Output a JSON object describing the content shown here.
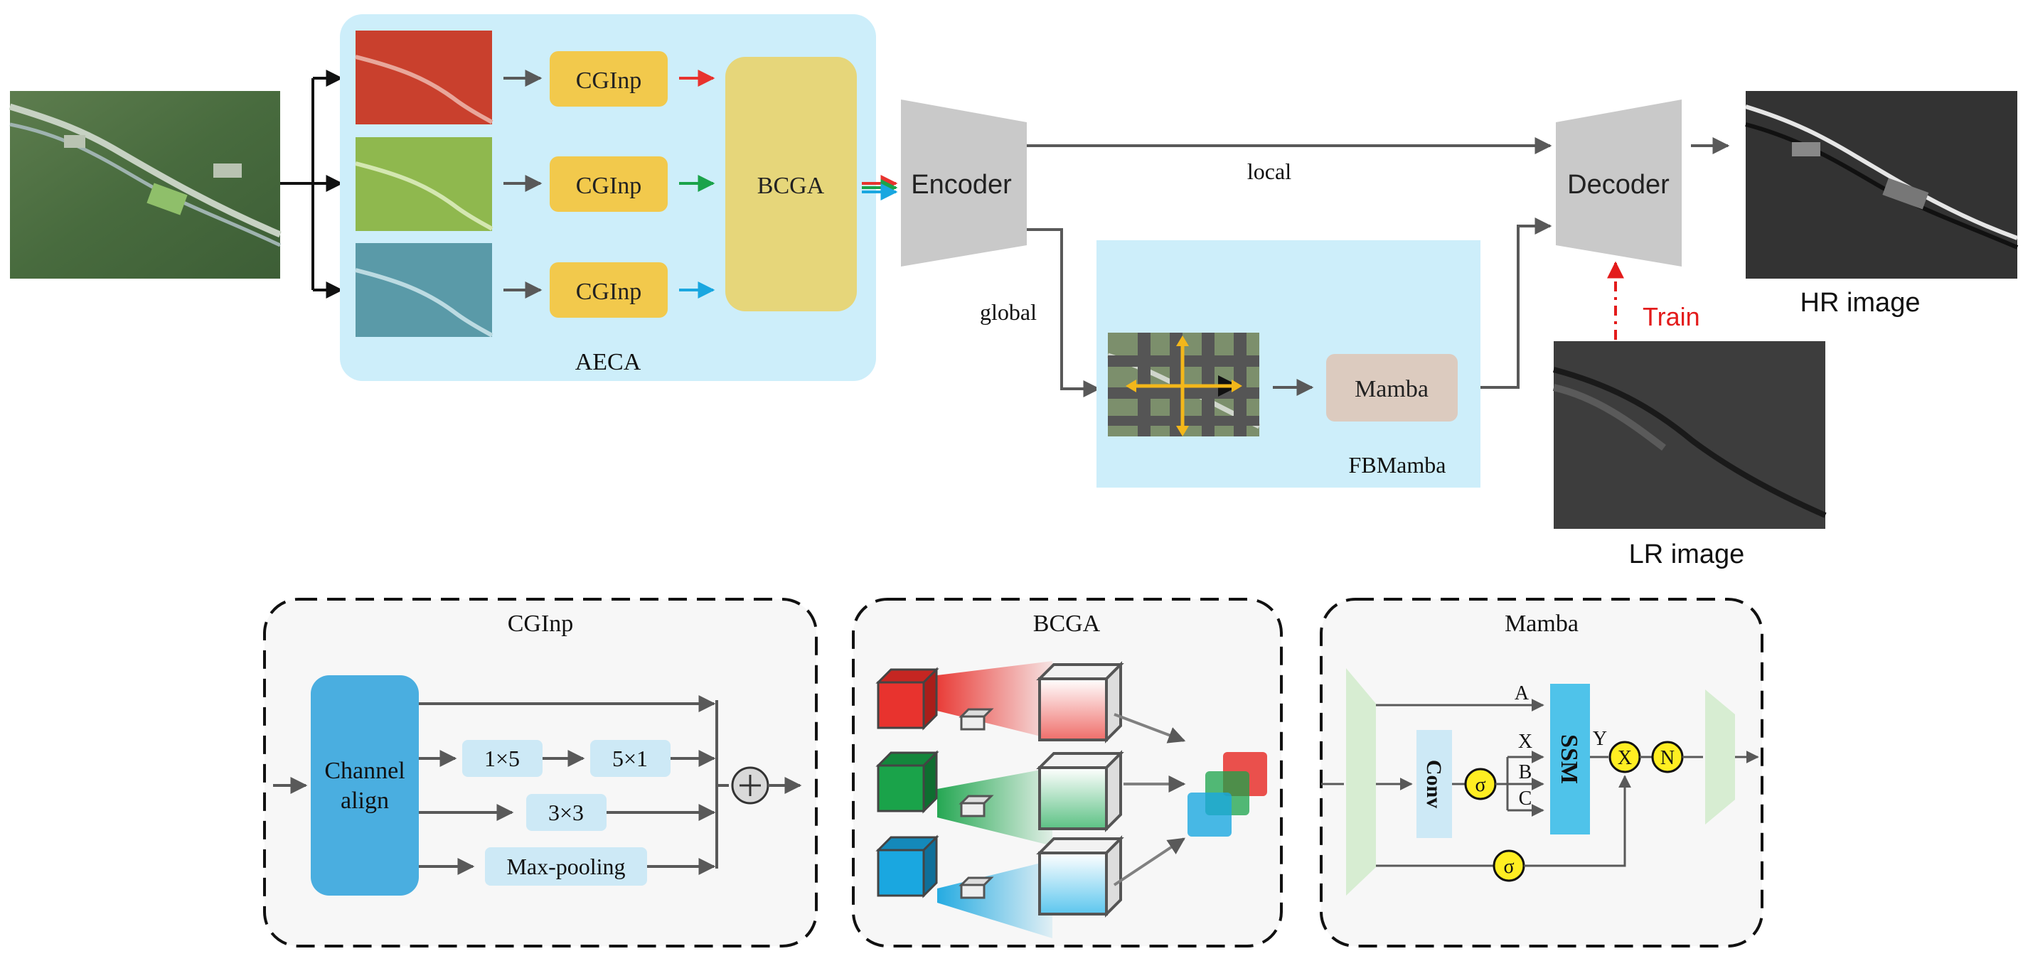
{
  "colors": {
    "panel_blue": "#cdeefa",
    "cginp_yellow": "#f2c94c",
    "bcga_yellow": "#e6d67a",
    "trapezoid_gray": "#c9c9c9",
    "mamba_tan": "#dccbbf",
    "red": "#e8332e",
    "green": "#1aa34a",
    "blue": "#1aa7e0",
    "train_red": "#e31b1b",
    "arrow_gray": "#595959",
    "channel_align_blue": "#4aaee0",
    "op_box_blue": "#cde9f6",
    "ssm_blue": "#4fc3ea",
    "conv_blue": "#cde9f6",
    "sigma_yellow": "#ffee22",
    "dashed_panel_bg": "#f7f7f7",
    "light_green": "#d7edd2"
  },
  "top": {
    "aeca_label": "AECA",
    "cginp_labels": [
      "CGInp",
      "CGInp",
      "CGInp"
    ],
    "bcga_label": "BCGA",
    "encoder_label": "Encoder",
    "decoder_label": "Decoder",
    "local_label": "local",
    "global_label": "global",
    "mamba_label": "Mamba",
    "fbmamba_label": "FBMamba",
    "train_label": "Train",
    "hr_label": "HR image",
    "lr_label": "LR image"
  },
  "bottom": {
    "cginp": {
      "title": "CGInp",
      "channel_align_line1": "Channel",
      "channel_align_line2": "align",
      "op_1x5": "1×5",
      "op_5x1": "5×1",
      "op_3x3": "3×3",
      "op_maxpool": "Max-pooling"
    },
    "bcga": {
      "title": "BCGA"
    },
    "mamba": {
      "title": "Mamba",
      "conv_label": "Conv",
      "ssm_label": "SSM",
      "sigma": "σ",
      "multiply": "X",
      "norm": "N",
      "a_label": "A",
      "x_label": "X",
      "b_label": "B",
      "c_label": "C",
      "y_label": "Y"
    }
  }
}
